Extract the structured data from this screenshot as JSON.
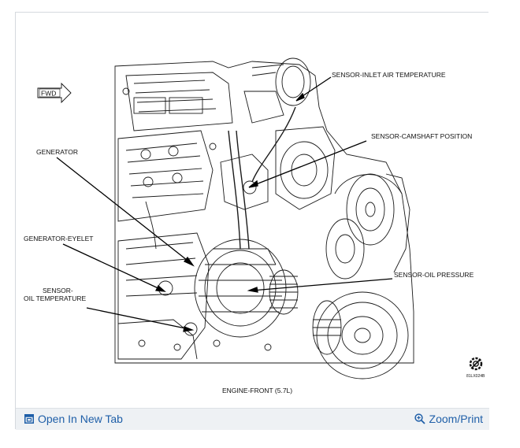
{
  "diagram": {
    "labels": {
      "fwd": "FWD",
      "sensor_inlet_air_temperature": "SENSOR-INLET AIR TEMPERATURE",
      "sensor_camshaft_position": "SENSOR-CAMSHAFT POSITION",
      "generator": "GENERATOR",
      "generator_eyelet": "GENERATOR-EYELET",
      "sensor_oil_temperature_line1": "SENSOR-",
      "sensor_oil_temperature_line2": "OIL TEMPERATURE",
      "sensor_oil_pressure": "SENSOR-OIL PRESSURE"
    },
    "caption": "ENGINE-FRONT (5.7L)",
    "figure_code": "81LX024B"
  },
  "toolbar": {
    "open_new_tab": "Open In New Tab",
    "zoom_print": "Zoom/Print"
  },
  "colors": {
    "link": "#1f5fa8",
    "toolbar_bg": "#eef1f4",
    "border": "#d5d9de"
  }
}
